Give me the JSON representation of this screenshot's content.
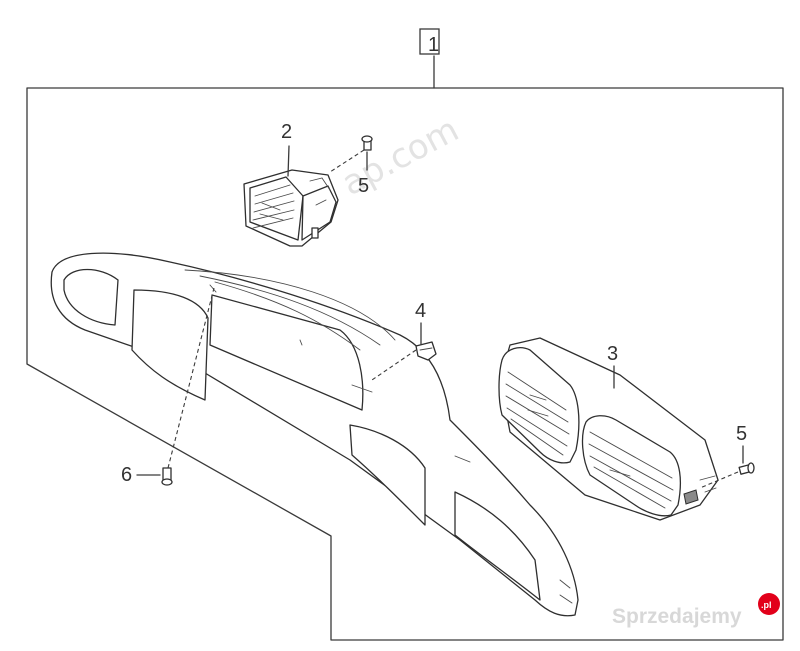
{
  "diagram": {
    "assembly_callout": "1",
    "callouts": [
      "2",
      "5",
      "4",
      "3",
      "5",
      "6"
    ]
  },
  "watermark": {
    "site_fragment": "ap.com",
    "brand": "Sprzedajemy",
    "brand_badge": ".pl",
    "brand_color": "#e2001a"
  },
  "colors": {
    "line": "#333333",
    "background": "#ffffff"
  }
}
